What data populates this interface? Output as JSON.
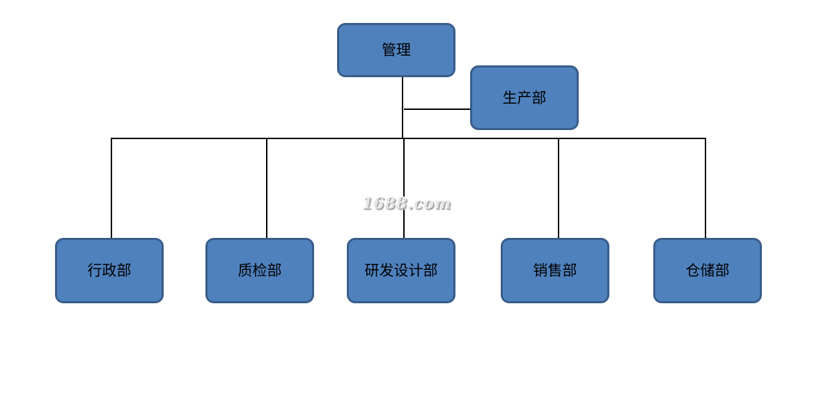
{
  "diagram": {
    "colors": {
      "box_fill": "#4f81bd",
      "box_border": "#385d8a",
      "line": "#000000",
      "text": "#000000"
    },
    "root": {
      "label": "管理"
    },
    "side_node": {
      "label": "生产部"
    },
    "departments": [
      {
        "label": "行政部"
      },
      {
        "label": "质检部"
      },
      {
        "label": "研发设计部"
      },
      {
        "label": "销售部"
      },
      {
        "label": "仓储部"
      }
    ]
  },
  "watermark": {
    "text": "1688.com"
  }
}
